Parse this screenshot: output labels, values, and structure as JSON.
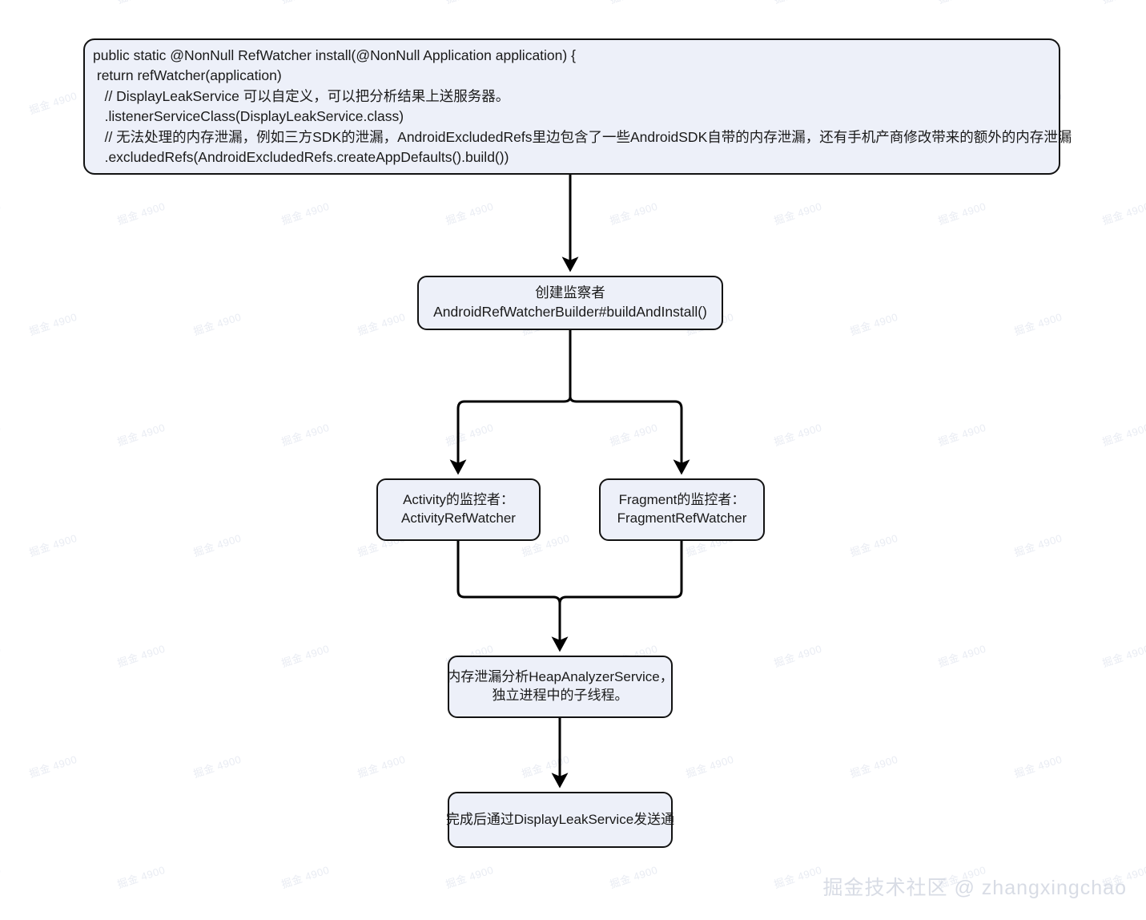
{
  "diagram": {
    "title": "LeakCanary install flow",
    "background_color": "#ffffff",
    "node_fill": "#edf0f9",
    "node_border": "#121212",
    "edge_color": "#000000"
  },
  "code_block": {
    "name": "leakcanary-install-snippet",
    "lines": [
      "public static @NonNull RefWatcher install(@NonNull Application application) {",
      " return refWatcher(application)",
      "   // DisplayLeakService 可以自定义，可以把分析结果上送服务器。",
      "   .listenerServiceClass(DisplayLeakService.class)",
      "   // 无法处理的内存泄漏，例如三方SDK的泄漏，AndroidExcludedRefs里边包含了一些AndroidSDK自带的内存泄漏，还有手机产商修改带来的额外的内存泄漏",
      "   .excludedRefs(AndroidExcludedRefs.createAppDefaults().build())"
    ]
  },
  "nodes": {
    "builder": {
      "name": "创建监察者节点",
      "lines": [
        "创建监察者",
        "AndroidRefWatcherBuilder#buildAndInstall()"
      ]
    },
    "activity": {
      "name": "Activity监控者节点",
      "lines": [
        "Activity的监控者：",
        "ActivityRefWatcher"
      ]
    },
    "fragment": {
      "name": "Fragment监控者节点",
      "lines": [
        "Fragment的监控者：",
        "FragmentRefWatcher"
      ]
    },
    "analyzer": {
      "name": "内存泄漏分析节点",
      "lines": [
        "内存泄漏分析HeapAnalyzerService，",
        "独立进程中的子线程。"
      ]
    },
    "notify": {
      "name": "发送通知节点",
      "lines": [
        "完成后通过DisplayLeakService发送通"
      ]
    }
  },
  "edges": [
    {
      "from": "code_block",
      "to": "builder",
      "style": "straight-arrow"
    },
    {
      "from": "builder",
      "to": "activity",
      "style": "split-left-arrow"
    },
    {
      "from": "builder",
      "to": "fragment",
      "style": "split-right-arrow"
    },
    {
      "from": "activity",
      "to": "analyzer",
      "style": "merge-arrow"
    },
    {
      "from": "fragment",
      "to": "analyzer",
      "style": "merge-arrow"
    },
    {
      "from": "analyzer",
      "to": "notify",
      "style": "straight-arrow"
    }
  ],
  "attribution": {
    "text": "掘金技术社区 @ zhangxingchao"
  },
  "watermark": {
    "text": "掘金 4900"
  }
}
